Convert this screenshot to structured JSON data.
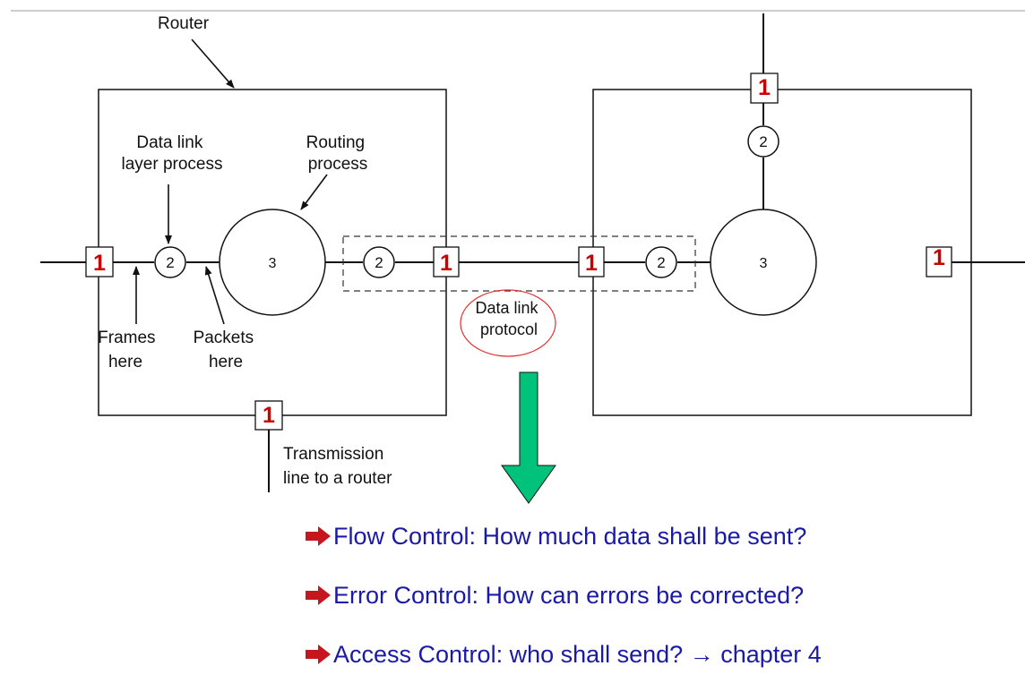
{
  "diagram": {
    "router_label": "Router",
    "dll_process_label": [
      "Data link",
      "layer process"
    ],
    "routing_process_label": [
      "Routing",
      "process"
    ],
    "frames_label": [
      "Frames",
      "here"
    ],
    "packets_label": [
      "Packets",
      "here"
    ],
    "protocol_label": [
      "Data link",
      "protocol"
    ],
    "transmission_label": [
      "Transmission",
      "line to a router"
    ],
    "layer1": "1",
    "layer2": "2",
    "layer3": "3"
  },
  "colors": {
    "layer1_text": "#cc0000",
    "protocol_ellipse": "#e03030",
    "arrow_fill": "#00c27a",
    "bullet_text": "#1a1aa6",
    "bullet_icon": "#c4161c"
  },
  "bullets": [
    "Flow Control: How much data shall be sent?",
    "Error Control: How can errors be corrected?",
    "Access Control: who shall send? → chapter 4"
  ]
}
